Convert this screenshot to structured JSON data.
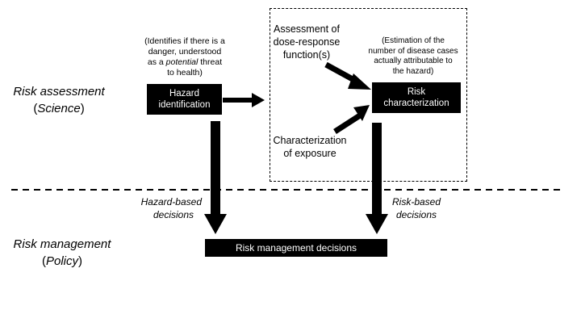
{
  "left_labels": {
    "risk_assessment": {
      "line1": "Risk assessment",
      "line2_open": "(",
      "line2_italic": "Science",
      "line2_close": ")"
    },
    "risk_management": {
      "line1": "Risk management",
      "line2_open": "(",
      "line2_italic": "Policy",
      "line2_close": ")"
    }
  },
  "boxes": {
    "hazard_identification": {
      "line1": "Hazard",
      "line2": "identification"
    },
    "risk_characterization": {
      "line1": "Risk",
      "line2": "characterization"
    },
    "risk_management_decisions": {
      "label": "Risk management decisions"
    }
  },
  "notes": {
    "hazard_note": {
      "line1": "(Identifies if there is a",
      "line2": "danger, understood",
      "line3_pre": "as a ",
      "line3_italic": "potential",
      "line3_post": " threat",
      "line4": "to health)"
    },
    "risk_note": {
      "line1": "(Estimation of the",
      "line2": "number of disease cases",
      "line3": "actually attributable to",
      "line4": "the hazard)"
    }
  },
  "inputs": {
    "dose_response": {
      "line1": "Assessment of",
      "line2": "dose-response",
      "line3": "function(s)"
    },
    "exposure": {
      "line1": "Characterization",
      "line2": "of exposure"
    }
  },
  "decisions": {
    "hazard_based": {
      "line1": "Hazard-based",
      "line2": "decisions"
    },
    "risk_based": {
      "line1": "Risk-based",
      "line2": "decisions"
    }
  },
  "colors": {
    "box_fill": "#000000",
    "box_text": "#ffffff",
    "arrow": "#000000"
  }
}
